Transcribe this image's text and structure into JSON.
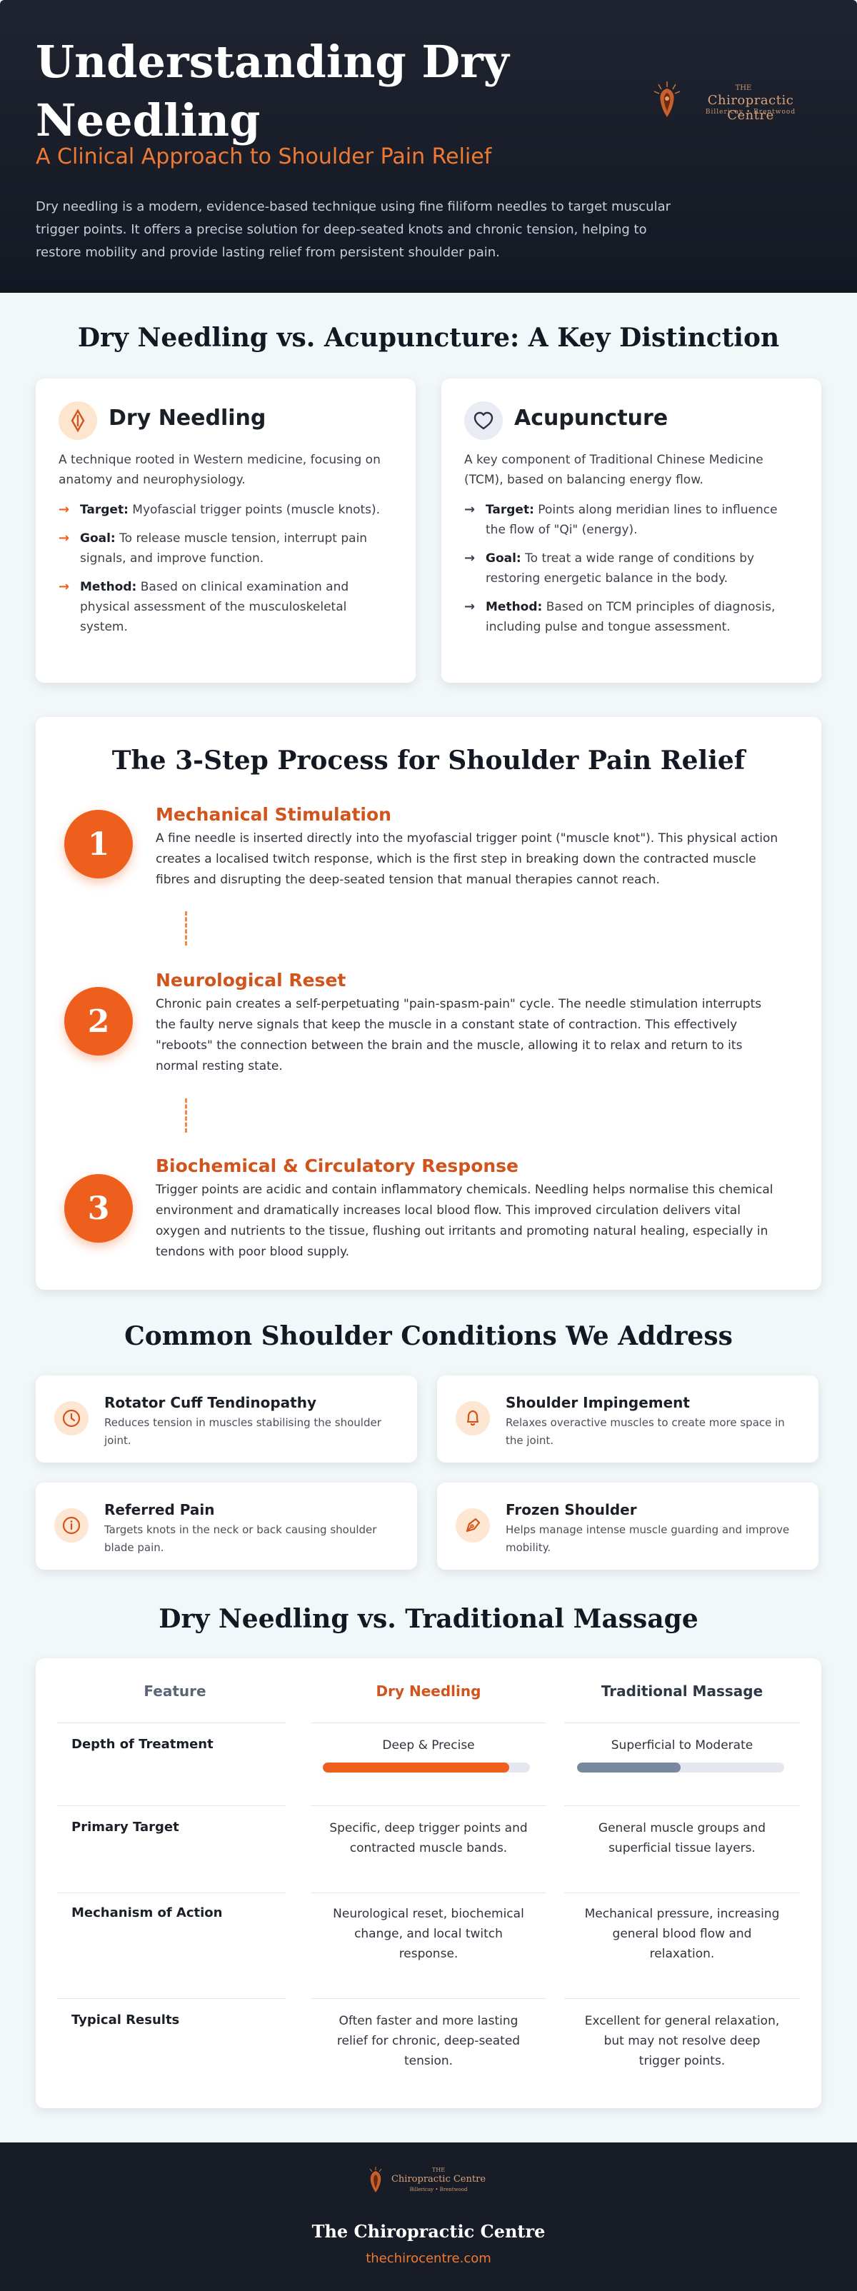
{
  "header": {
    "title": "Understanding Dry Needling",
    "subtitle": "A Clinical Approach to Shoulder Pain Relief",
    "intro": "Dry needling is a modern, evidence-based technique using fine filiform needles to target muscular trigger points. It offers a precise solution for deep-seated knots and chronic tension, helping to restore mobility and provide lasting relief from persistent shoulder pain.",
    "logo": {
      "the": "THE",
      "name": "Chiropractic Centre",
      "location": "Billericay • Brentwood"
    }
  },
  "comparison": {
    "title": "Dry Needling vs. Acupuncture: A Key Distinction",
    "cards": [
      {
        "icon": "needle-diamond-icon",
        "heading": "Dry Needling",
        "description": "A technique rooted in Western medicine, focusing on anatomy and neurophysiology.",
        "items": [
          {
            "label": "Target:",
            "text": "Myofascial trigger points (muscle knots)."
          },
          {
            "label": "Goal:",
            "text": "To release muscle tension, interrupt pain signals, and improve function."
          },
          {
            "label": "Method:",
            "text": "Based on clinical examination and physical assessment of the musculoskeletal system."
          }
        ]
      },
      {
        "icon": "heart-icon",
        "heading": "Acupuncture",
        "description": "A key component of Traditional Chinese Medicine (TCM), based on balancing energy flow.",
        "items": [
          {
            "label": "Target:",
            "text": "Points along meridian lines to influence the flow of \"Qi\" (energy)."
          },
          {
            "label": "Goal:",
            "text": "To treat a wide range of conditions by restoring energetic balance in the body."
          },
          {
            "label": "Method:",
            "text": "Based on TCM principles of diagnosis, including pulse and tongue assessment."
          }
        ]
      }
    ]
  },
  "process": {
    "title": "The 3-Step Process for Shoulder Pain Relief",
    "steps": [
      {
        "number": "1",
        "title": "Mechanical Stimulation",
        "text": "A fine needle is inserted directly into the myofascial trigger point (\"muscle knot\"). This physical action creates a localised twitch response, which is the first step in breaking down the contracted muscle fibres and disrupting the deep-seated tension that manual therapies cannot reach."
      },
      {
        "number": "2",
        "title": "Neurological Reset",
        "text": "Chronic pain creates a self-perpetuating \"pain-spasm-pain\" cycle. The needle stimulation interrupts the faulty nerve signals that keep the muscle in a constant state of contraction. This effectively \"reboots\" the connection between the brain and the muscle, allowing it to relax and return to its normal resting state."
      },
      {
        "number": "3",
        "title": "Biochemical & Circulatory Response",
        "text": "Trigger points are acidic and contain inflammatory chemicals. Needling helps normalise this chemical environment and dramatically increases local blood flow. This improved circulation delivers vital oxygen and nutrients to the tissue, flushing out irritants and promoting natural healing, especially in tendons with poor blood supply."
      }
    ]
  },
  "conditions": {
    "title": "Common Shoulder Conditions We Address",
    "items": [
      {
        "icon": "clock-icon",
        "title": "Rotator Cuff Tendinopathy",
        "text": "Reduces tension in muscles stabilising the shoulder joint."
      },
      {
        "icon": "bell-icon",
        "title": "Shoulder Impingement",
        "text": "Relaxes overactive muscles to create more space in the joint."
      },
      {
        "icon": "info-icon",
        "title": "Referred Pain",
        "text": "Targets knots in the neck or back causing shoulder blade pain."
      },
      {
        "icon": "pen-icon",
        "title": "Frozen Shoulder",
        "text": "Helps manage intense muscle guarding and improve mobility."
      }
    ]
  },
  "table": {
    "title": "Dry Needling vs. Traditional Massage",
    "headers": [
      "Feature",
      "Dry Needling",
      "Traditional Massage"
    ],
    "rows": [
      {
        "feature": "Depth of Treatment",
        "dry": "Deep & Precise",
        "massage": "Superficial to Moderate",
        "dry_level": 0.9,
        "massage_level": 0.5
      },
      {
        "feature": "Primary Target",
        "dry": "Specific, deep trigger points and contracted muscle bands.",
        "massage": "General muscle groups and superficial tissue layers."
      },
      {
        "feature": "Mechanism of Action",
        "dry": "Neurological reset, biochemical change, and local twitch response.",
        "massage": "Mechanical pressure, increasing general blood flow and relaxation."
      },
      {
        "feature": "Typical Results",
        "dry": "Often faster and more lasting relief for chronic, deep-seated tension.",
        "massage": "Excellent for general relaxation, but may not resolve deep trigger points."
      }
    ]
  },
  "footer": {
    "brand": "The Chiropractic Centre",
    "url": "thechirocentre.com"
  },
  "colors": {
    "accent": "#ee5f1d",
    "dark": "#171b25",
    "slate": "#7a889f"
  }
}
